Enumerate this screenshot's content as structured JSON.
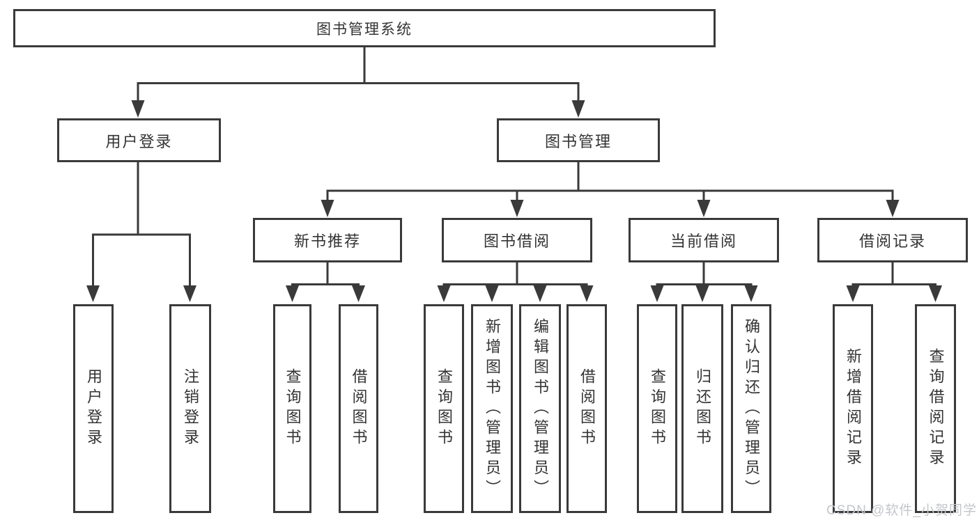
{
  "nodes": {
    "root": "图书管理系统",
    "level2": {
      "user_login": "用户登录",
      "book_management": "图书管理"
    },
    "level3": {
      "new_book_recommend": "新书推荐",
      "book_borrowing": "图书借阅",
      "current_borrowing": "当前借阅",
      "borrow_records": "借阅记录"
    },
    "leaves": {
      "user_login": [
        "用户登录",
        "注销登录"
      ],
      "new_book_recommend": [
        "查询图书",
        "借阅图书"
      ],
      "book_borrowing": [
        "查询图书",
        "新增图书（管理员）",
        "编辑图书（管理员）",
        "借阅图书"
      ],
      "current_borrowing": [
        "查询图书",
        "归还图书",
        "确认归还（管理员）"
      ],
      "borrow_records": [
        "新增借阅记录",
        "查询借阅记录"
      ]
    }
  },
  "watermark": {
    "text": "CSDN @软件_小贺同学"
  },
  "colors": {
    "line": "#3a3a3a",
    "text": "#333333",
    "watermark": "#c3c6cb",
    "background": "#ffffff"
  }
}
